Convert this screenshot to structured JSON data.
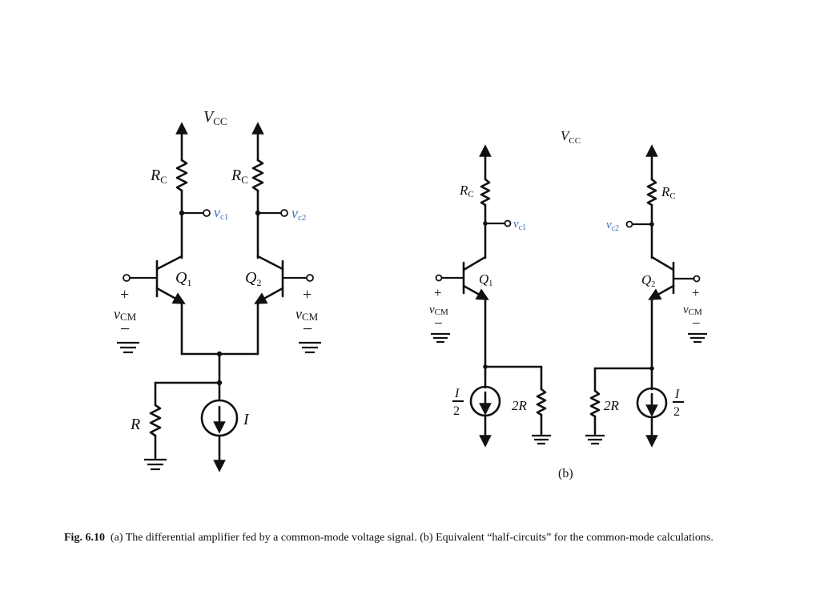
{
  "diagram": {
    "part_a": {
      "supply_label": "V",
      "supply_sub": "CC",
      "rc_label": "R",
      "rc_sub": "C",
      "vc1_label": "v",
      "vc1_sub": "c1",
      "vc2_label": "v",
      "vc2_sub": "c2",
      "q1_label": "Q",
      "q1_sub": "1",
      "q2_label": "Q",
      "q2_sub": "2",
      "plus": "+",
      "minus": "−",
      "vcm_left_label": "v",
      "vcm_left_sub": "CM",
      "vcm_right_label": "v",
      "vcm_right_sub": "CM",
      "r_label": "R",
      "i_label": "I"
    },
    "part_b": {
      "supply_label": "V",
      "supply_sub": "CC",
      "rc_label": "R",
      "rc_sub": "C",
      "vc1_label": "v",
      "vc1_sub": "c1",
      "vc2_label": "v",
      "vc2_sub": "c2",
      "q1_label": "Q",
      "q1_sub": "1",
      "q2_label": "Q",
      "q2_sub": "2",
      "plus": "+",
      "minus": "−",
      "vcm_label": "v",
      "vcm_sub": "CM",
      "half_i_num": "I",
      "half_i_den": "2",
      "two_r_label": "2R",
      "panel_label": "(b)"
    }
  },
  "caption": {
    "fig_label": "Fig. 6.10",
    "text": "(a) The differential amplifier fed by a common-mode voltage signal.  (b) Equivalent “half-circuits” for the common-mode calculations."
  },
  "colors": {
    "line": "#111111",
    "signal_label": "#3a6fb5",
    "background": "#ffffff"
  }
}
